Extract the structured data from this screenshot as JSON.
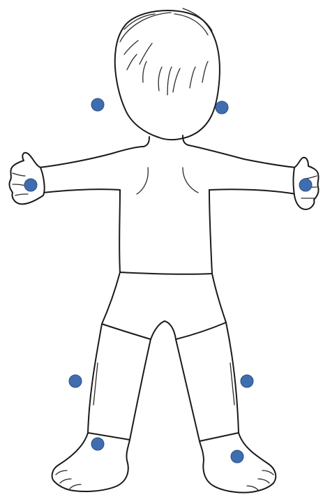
{
  "figure": {
    "subject": "child-outline-back-view",
    "marker_color": "#3f6db0",
    "line_color": "#1a1a1a",
    "background": "#ffffff"
  },
  "markers": [
    {
      "id": "left-ear-marker"
    },
    {
      "id": "right-ear-marker"
    },
    {
      "id": "left-hand-marker"
    },
    {
      "id": "right-hand-marker"
    },
    {
      "id": "left-thigh-marker"
    },
    {
      "id": "right-thigh-marker"
    },
    {
      "id": "left-ankle-marker"
    },
    {
      "id": "right-ankle-marker"
    }
  ]
}
